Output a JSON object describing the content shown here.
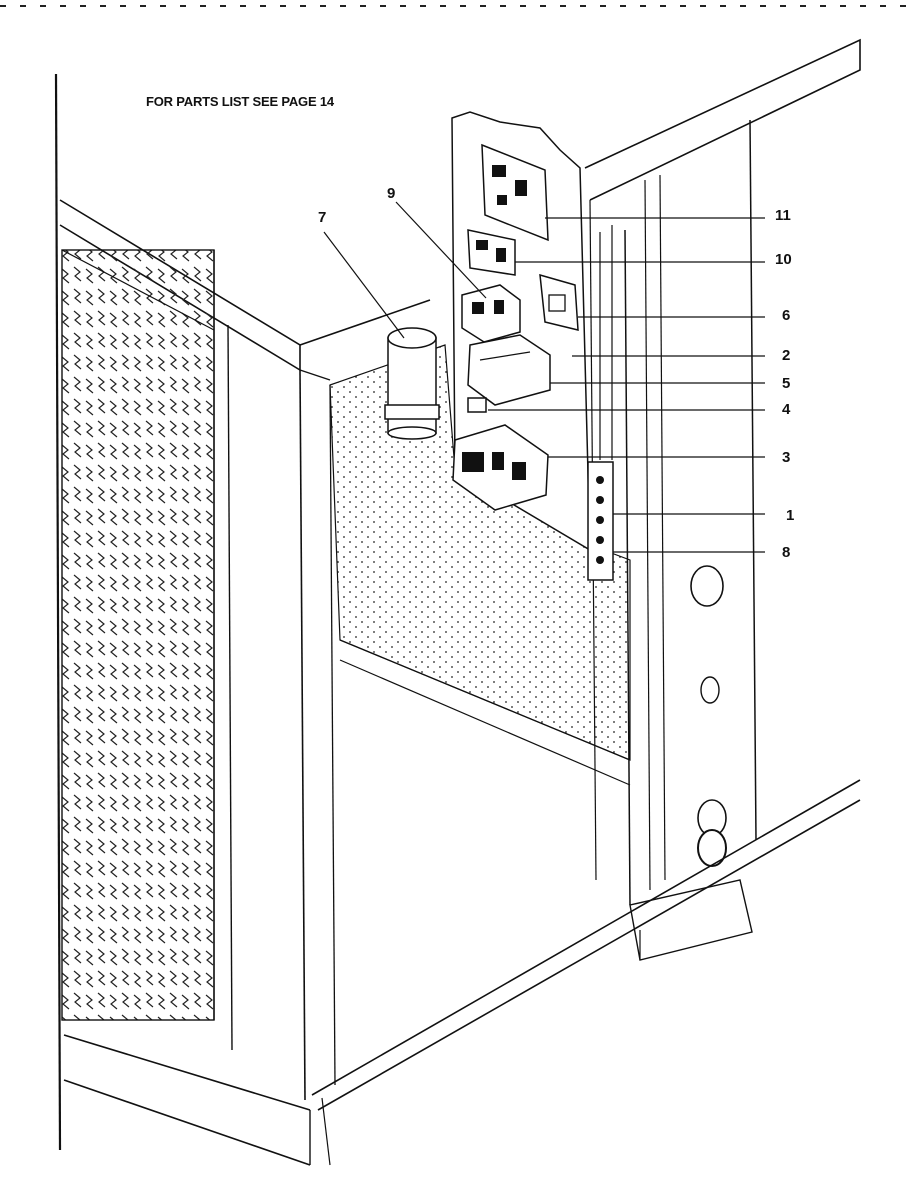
{
  "note": "FOR PARTS LIST SEE PAGE 14",
  "callouts": {
    "c1": "1",
    "c2": "2",
    "c3": "3",
    "c4": "4",
    "c5": "5",
    "c6": "6",
    "c7": "7",
    "c8": "8",
    "c9": "9",
    "c10": "10",
    "c11": "11"
  },
  "colors": {
    "ink": "#111111",
    "paper": "#ffffff"
  }
}
